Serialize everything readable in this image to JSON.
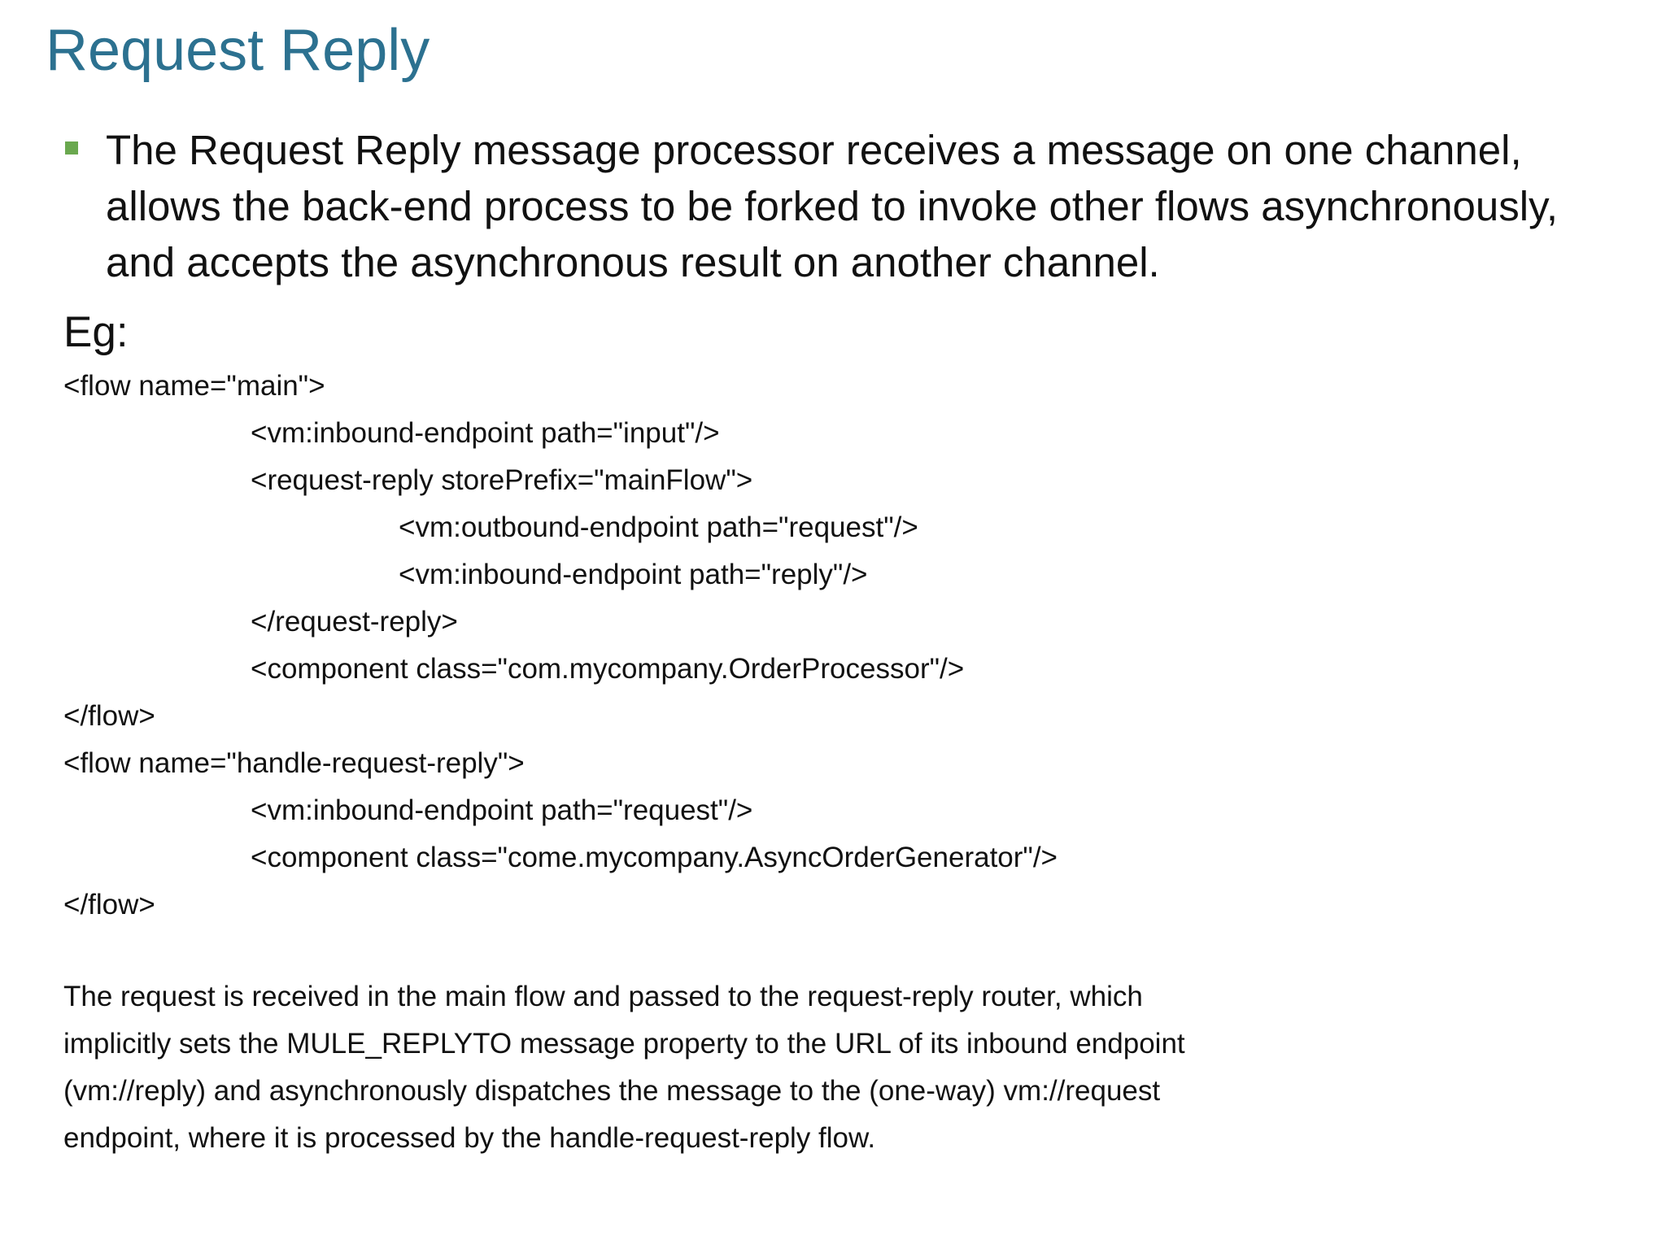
{
  "slide": {
    "title": "Request Reply",
    "bullet": "The Request Reply message processor receives a message on one channel, allows the back-end process to be forked to invoke other flows asynchronously, and accepts the asynchronous result on another channel.",
    "eg_label": "Eg:",
    "code_lines": [
      "<flow name=\"main\">",
      "<vm:inbound-endpoint path=\"input\"/>",
      "<request-reply storePrefix=\"mainFlow\">",
      "<vm:outbound-endpoint path=\"request\"/>",
      "<vm:inbound-endpoint path=\"reply\"/>",
      "</request-reply>",
      "<component class=\"com.mycompany.OrderProcessor\"/>",
      "</flow>",
      "<flow name=\"handle-request-reply\">",
      "<vm:inbound-endpoint path=\"request\"/>",
      "<component class=\"come.mycompany.AsyncOrderGenerator\"/>",
      "</flow>"
    ],
    "description_lines": [
      "The request is received in the main flow and passed to the request-reply router, which",
      "implicitly sets the MULE_REPLYTO message property to the URL of its inbound endpoint",
      "(vm://reply) and asynchronously dispatches the message to the (one-way) vm://request",
      "endpoint, where it is processed by the handle-request-reply flow."
    ],
    "colors": {
      "title": "#2c7190",
      "bullet_marker": "#6aa84f",
      "text": "#111111"
    }
  }
}
